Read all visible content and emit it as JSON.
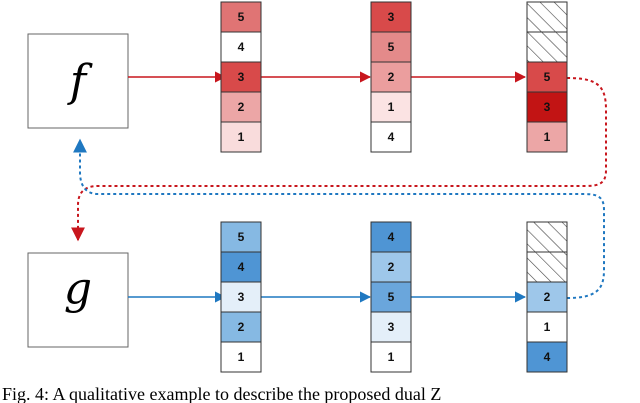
{
  "functions": {
    "f": "f",
    "g": "g"
  },
  "top_stacks": [
    {
      "cells": [
        {
          "label": "5",
          "color": "#e07474"
        },
        {
          "label": "4",
          "color": "#ffffff"
        },
        {
          "label": "3",
          "color": "#d84a4a"
        },
        {
          "label": "2",
          "color": "#eca6a6"
        },
        {
          "label": "1",
          "color": "#f9dcdc"
        }
      ]
    },
    {
      "cells": [
        {
          "label": "3",
          "color": "#d84a4a"
        },
        {
          "label": "5",
          "color": "#e48a8a"
        },
        {
          "label": "2",
          "color": "#eb9e9e"
        },
        {
          "label": "1",
          "color": "#fbe3e3"
        },
        {
          "label": "4",
          "color": "#ffffff"
        }
      ]
    },
    {
      "cells": [
        {
          "label": "",
          "color": "hatch"
        },
        {
          "label": "",
          "color": "hatch"
        },
        {
          "label": "5",
          "color": "#d84a4a"
        },
        {
          "label": "3",
          "color": "#c21414"
        },
        {
          "label": "1",
          "color": "#eca6a6"
        }
      ]
    }
  ],
  "bottom_stacks": [
    {
      "cells": [
        {
          "label": "5",
          "color": "#86b9e3"
        },
        {
          "label": "4",
          "color": "#4f95d4"
        },
        {
          "label": "3",
          "color": "#e4eff9"
        },
        {
          "label": "2",
          "color": "#86b9e3"
        },
        {
          "label": "1",
          "color": "#ffffff"
        }
      ]
    },
    {
      "cells": [
        {
          "label": "4",
          "color": "#4f95d4"
        },
        {
          "label": "2",
          "color": "#9ec7ea"
        },
        {
          "label": "5",
          "color": "#6aa6dc"
        },
        {
          "label": "3",
          "color": "#e4eff9"
        },
        {
          "label": "1",
          "color": "#ffffff"
        }
      ]
    },
    {
      "cells": [
        {
          "label": "",
          "color": "hatch"
        },
        {
          "label": "",
          "color": "hatch"
        },
        {
          "label": "2",
          "color": "#9ec7ea"
        },
        {
          "label": "1",
          "color": "#ffffff"
        },
        {
          "label": "4",
          "color": "#4f95d4"
        }
      ]
    }
  ],
  "colors": {
    "red_arrow": "#c8161d",
    "blue_arrow": "#1f78c1"
  },
  "caption": "Fig. 4: A qualitative example to describe the proposed dual Z"
}
